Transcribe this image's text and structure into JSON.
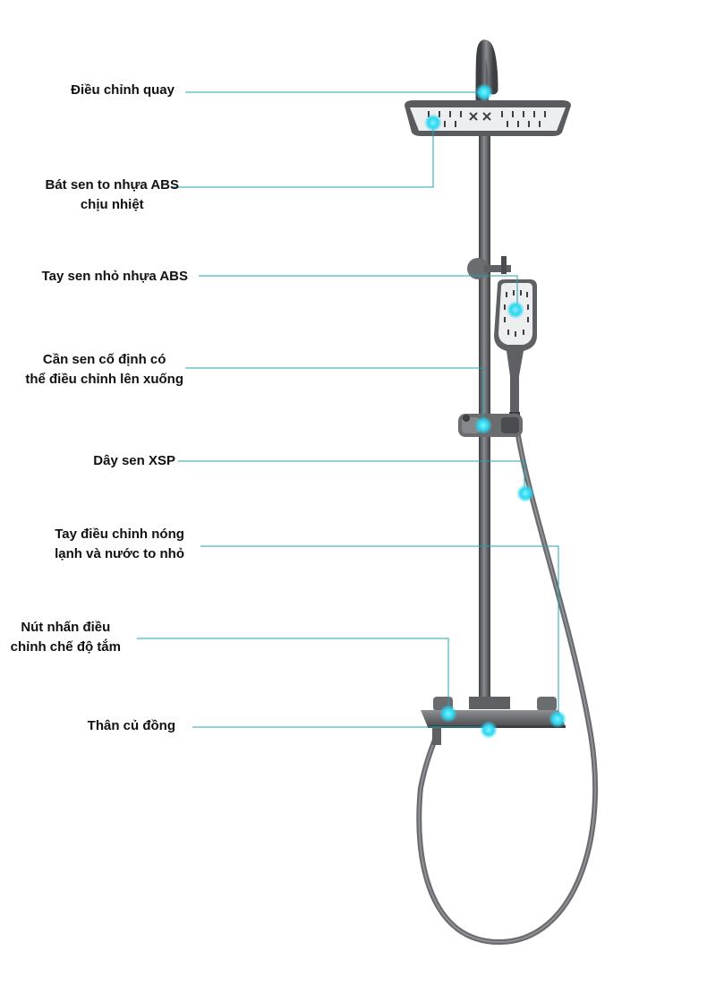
{
  "labels": {
    "rotate": "Điều chỉnh quay",
    "overhead": [
      "Bát sen to nhựa ABS",
      "chịu nhiệt"
    ],
    "handheld": "Tay sen nhỏ nhựa ABS",
    "rail": [
      "Cần sen cố định có",
      "thể điều chỉnh lên xuống"
    ],
    "hose": "Dây sen XSP",
    "lever": [
      "Tay điều chỉnh nóng",
      "lạnh và nước to nhỏ"
    ],
    "button": [
      "Nút nhấn điều",
      "chỉnh chế độ tắm"
    ],
    "body": "Thân củ đồng"
  },
  "colors": {
    "leader": "#23a3b0",
    "marker": "#2ad6f0",
    "metal": "#5e6063",
    "metal_dark": "#3d3f42",
    "plate": "#eceef0",
    "text": "#111111"
  }
}
